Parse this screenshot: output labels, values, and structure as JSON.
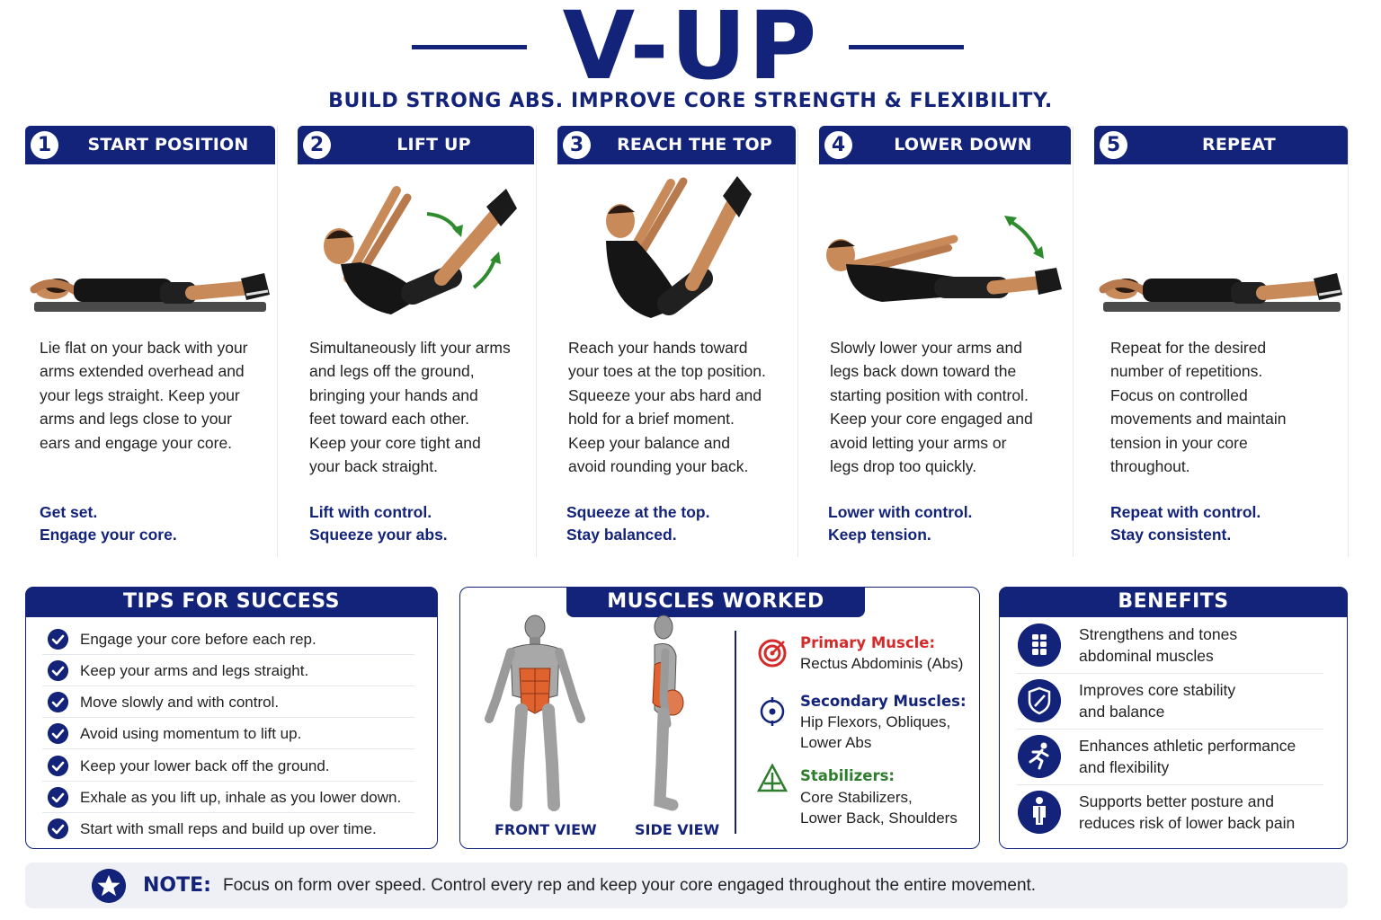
{
  "header": {
    "title": "V-UP",
    "subtitle": "BUILD STRONG ABS. IMPROVE CORE STRENGTH & FLEXIBILITY."
  },
  "steps": [
    {
      "number": "1",
      "title": "START POSITION",
      "description": [
        "Lie flat on your back with your",
        "arms extended overhead and",
        "your legs straight. Keep your",
        "arms and legs close to your",
        "ears and engage your core."
      ],
      "cue": [
        "Get set.",
        "Engage your core."
      ]
    },
    {
      "number": "2",
      "title": "LIFT UP",
      "description": [
        "Simultaneously lift your arms",
        "and legs off the ground,",
        "bringing your hands and",
        "feet toward each other.",
        "Keep your core tight and",
        "your back straight."
      ],
      "cue": [
        "Lift with control.",
        "Squeeze your abs."
      ]
    },
    {
      "number": "3",
      "title": "REACH THE TOP",
      "description": [
        "Reach your hands toward",
        "your toes at the top position.",
        "Squeeze your abs hard and",
        "hold for a brief moment.",
        "Keep your balance and",
        "avoid rounding your back."
      ],
      "cue": [
        "Squeeze at the top.",
        "Stay balanced."
      ]
    },
    {
      "number": "4",
      "title": "LOWER DOWN",
      "description": [
        "Slowly lower your arms and",
        "legs back down toward the",
        "starting position with control.",
        "Keep your core engaged and",
        "avoid letting your arms or",
        "legs drop too quickly."
      ],
      "cue": [
        "Lower with control.",
        "Keep tension."
      ]
    },
    {
      "number": "5",
      "title": "REPEAT",
      "description": [
        "Repeat for the desired",
        "number of repetitions.",
        "Focus on controlled",
        "movements and maintain",
        "tension in your core",
        "throughout."
      ],
      "cue": [
        "Repeat with control.",
        "Stay consistent."
      ]
    }
  ],
  "tips": {
    "title": "TIPS FOR SUCCESS",
    "items": [
      "Engage your core before each rep.",
      "Keep your arms and legs straight.",
      "Move slowly and with control.",
      "Avoid using momentum to lift up.",
      "Keep your lower back off the ground.",
      "Exhale as you lift up, inhale as you lower down.",
      "Start with small reps and build up over time."
    ]
  },
  "muscles": {
    "title": "MUSCLES WORKED",
    "front_view": "FRONT VIEW",
    "side_view": "SIDE VIEW",
    "primary_label": "Primary Muscle:",
    "primary_text": [
      "Rectus Abdominis (Abs)"
    ],
    "secondary_label": "Secondary Muscles:",
    "secondary_text": [
      "Hip Flexors, Obliques,",
      "Lower Abs"
    ],
    "stabilizers_label": "Stabilizers:",
    "stabilizers_text": [
      "Core Stabilizers,",
      "Lower Back, Shoulders"
    ]
  },
  "benefits": {
    "title": "BENEFITS",
    "items": [
      {
        "icon": "abs-icon",
        "text": [
          "Strengthens and tones",
          "abdominal muscles"
        ]
      },
      {
        "icon": "shield-icon",
        "text": [
          "Improves core stability",
          "and balance"
        ]
      },
      {
        "icon": "runner-icon",
        "text": [
          "Enhances athletic performance",
          "and flexibility"
        ]
      },
      {
        "icon": "posture-icon",
        "text": [
          "Supports better posture and",
          "reduces risk of lower back pain"
        ]
      }
    ]
  },
  "note": {
    "label": "NOTE:",
    "text": "Focus on form over speed. Control every rep and keep your core engaged throughout the entire movement."
  },
  "colors": {
    "navy": "#14237a",
    "primary_red": "#d42a2a",
    "stabilizer_green": "#2e7d2e",
    "arrow_green": "#2e8b2e",
    "muscle_orange": "#e0622f"
  }
}
